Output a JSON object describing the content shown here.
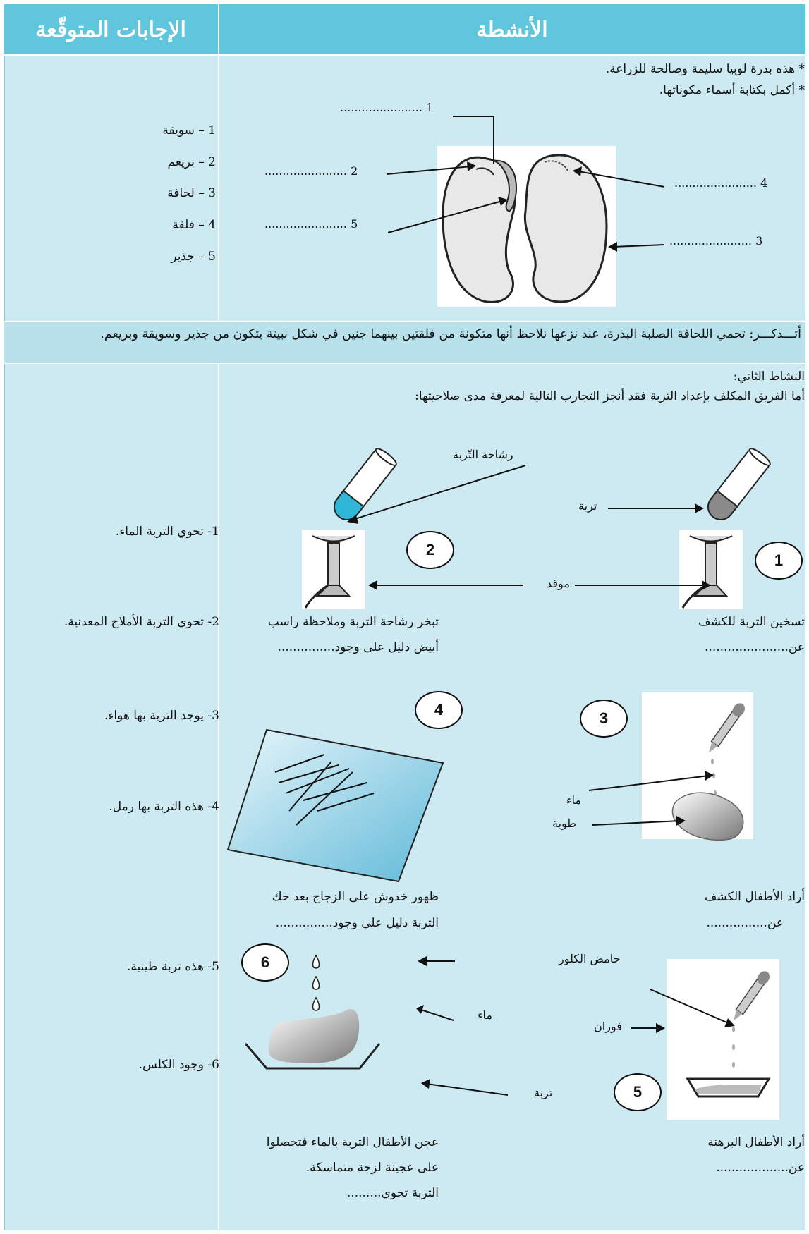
{
  "header": {
    "activities_title": "الأنشطة",
    "answers_title": "الإجابات المتوقّعة"
  },
  "section1": {
    "line1": "* هذه بذرة لوبيا سليمة وصالحة للزراعة.",
    "line2": "* أكمل بكتابة أسماء مكوناتها.",
    "labels": [
      "1 .......................",
      "2 .......................",
      "5 .......................",
      "4 .......................",
      "3 ......................."
    ],
    "answers": [
      "1 – سويقة",
      "2 – بريعم",
      "3 – لحافة",
      "4 – فلقة",
      "5 – جذير"
    ]
  },
  "reminder": "أتـــذكـــر: تحمي اللحافة الصلبة البذرة، عند نزعها نلاحظ أنها متكونة من فلقتين بينهما جنين في شكل نبيتة يتكون من جذير وسويقة وبريعم.",
  "section2": {
    "title": "النشاط الثاني:",
    "intro": "أما الفريق المكلف بإعداد التربة فقد أنجز التجارب التالية لمعرفة مدى صلاحيتها:",
    "exp1": {
      "number": "1",
      "label_soil": "تربة",
      "label_burner": "موقد",
      "caption1": "تسخين التربة للكشف",
      "caption2": "عن......................"
    },
    "exp2": {
      "number": "2",
      "label": "رشاحة التّربة",
      "caption1": "تبخر رشاحة التربة وملاحظة راسب",
      "caption2": "أبيض دليل على وجود..............."
    },
    "exp3": {
      "number": "3",
      "label_water": "ماء",
      "label_clod": "طوبة",
      "caption1": "أراد الأطفال الكشف",
      "caption2": "عن................"
    },
    "exp4": {
      "number": "4",
      "caption1": "ظهور خدوش على الزجاج بعد حك",
      "caption2": "التربة دليل على وجود..............."
    },
    "exp5": {
      "number": "5",
      "label_acid": "حامض الكلور",
      "label_fizz": "فوران",
      "caption1": "أراد الأطفال البرهنة",
      "caption2": "عن..................."
    },
    "exp6": {
      "number": "6",
      "label_water": "ماء",
      "label_soil": "تربة",
      "caption1": "عجن الأطفال التربة بالماء فتحصلوا",
      "caption2": "على عجينة لزجة متماسكة.",
      "caption3": "التربة تحوي........."
    },
    "answers": [
      "1- تحوي التربة الماء.",
      "2- تحوي التربة الأملاح المعدنية.",
      "3- يوجد التربة بها هواء.",
      "4- هذه التربة بها رمل.",
      "5- هذه تربة طينية.",
      "6- وجود الكلس."
    ]
  }
}
